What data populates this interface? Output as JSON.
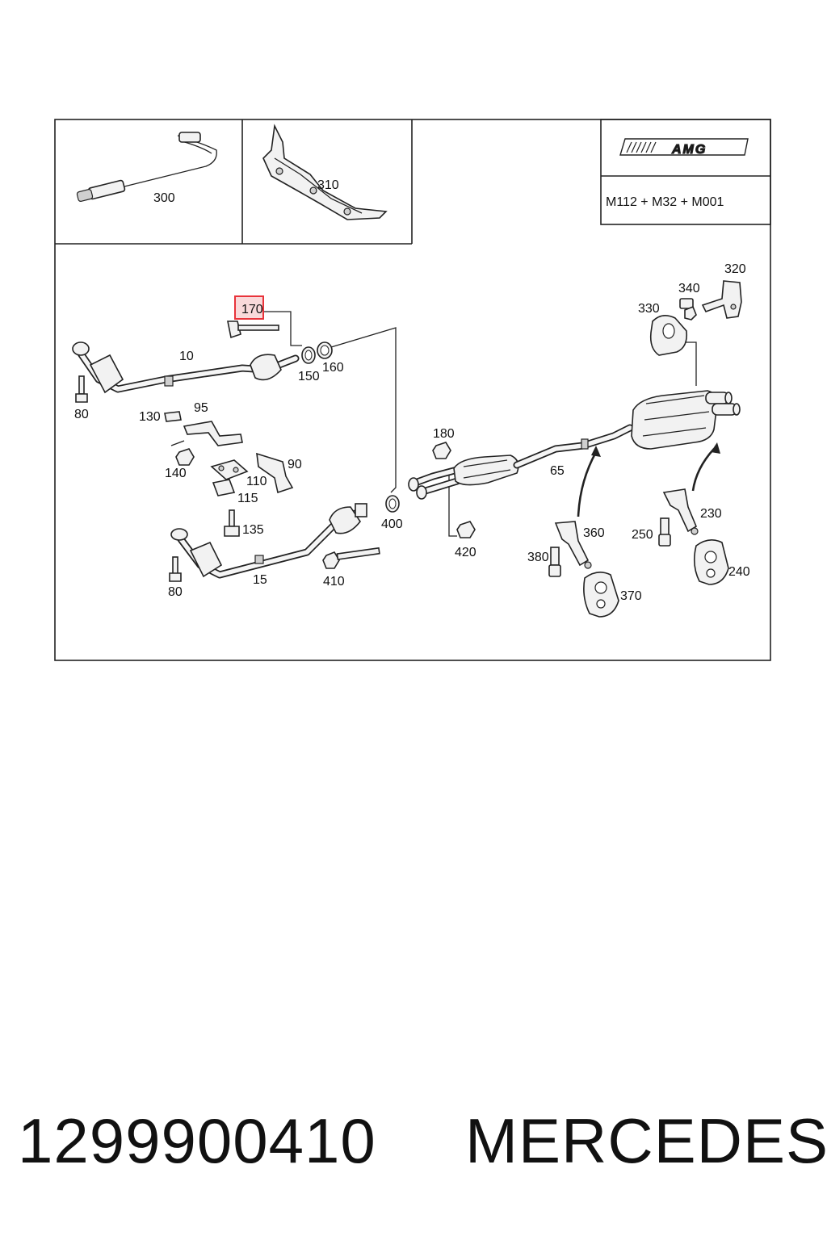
{
  "header": {
    "logo_text": "AMG",
    "engine_code": "M112 + M32 + M001"
  },
  "highlight": {
    "label": "170",
    "color": "#e8333a",
    "fill": "#f9d9da"
  },
  "callouts": {
    "c300": "300",
    "c310": "310",
    "c320": "320",
    "c340": "340",
    "c330": "330",
    "c10": "10",
    "c150": "150",
    "c160": "160",
    "c80a": "80",
    "c130": "130",
    "c95": "95",
    "c90": "90",
    "c110": "110",
    "c115": "115",
    "c140": "140",
    "c135": "135",
    "c180": "180",
    "c65": "65",
    "c400": "400",
    "c420": "420",
    "c360": "360",
    "c380": "380",
    "c370": "370",
    "c250": "250",
    "c230": "230",
    "c240": "240",
    "c15": "15",
    "c80b": "80",
    "c410": "410"
  },
  "footer": {
    "part_number": "1299900410",
    "brand": "MERCEDES"
  }
}
